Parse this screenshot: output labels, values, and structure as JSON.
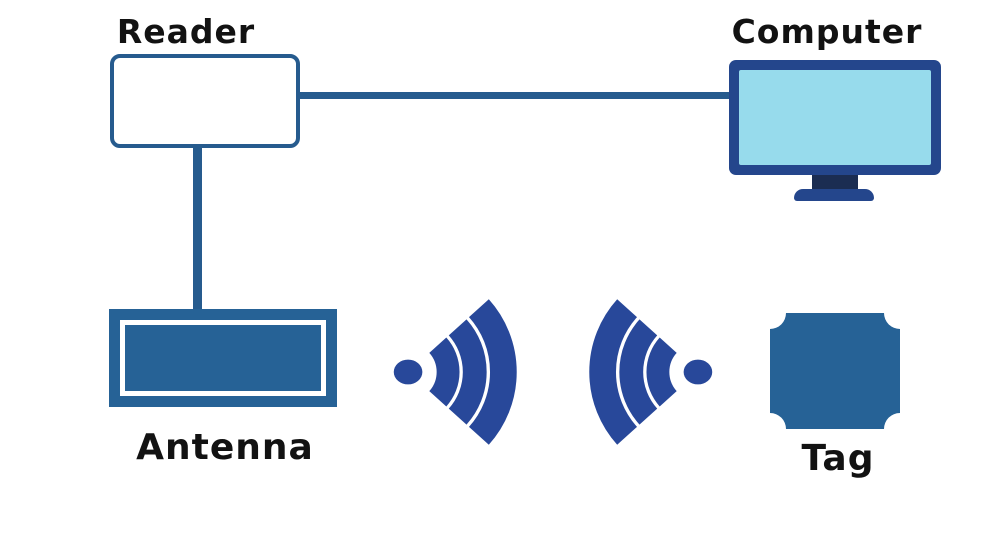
{
  "diagram": {
    "type": "rfid-system-diagram",
    "nodes": {
      "reader": {
        "label": "Reader",
        "shape": "outlined-rounded-rectangle"
      },
      "computer": {
        "label": "Computer",
        "shape": "monitor"
      },
      "antenna": {
        "label": "Antenna",
        "shape": "framed-rectangle"
      },
      "tag": {
        "label": "Tag",
        "shape": "notched-square"
      }
    },
    "links": [
      {
        "from": "reader",
        "to": "computer",
        "type": "wired",
        "orientation": "horizontal"
      },
      {
        "from": "reader",
        "to": "antenna",
        "type": "wired",
        "orientation": "vertical"
      },
      {
        "from": "antenna",
        "to": "tag",
        "type": "wireless",
        "icons": [
          "signal-emitting-right",
          "signal-emitting-left"
        ]
      }
    ]
  },
  "colors": {
    "background": "#FFFFFF",
    "text": "#121212",
    "steel": "#266296",
    "line": "#265B8E",
    "frame": "#24468C",
    "screen": "#97DBEC",
    "stand": "#1B2D52",
    "wifi": "#28489A"
  }
}
